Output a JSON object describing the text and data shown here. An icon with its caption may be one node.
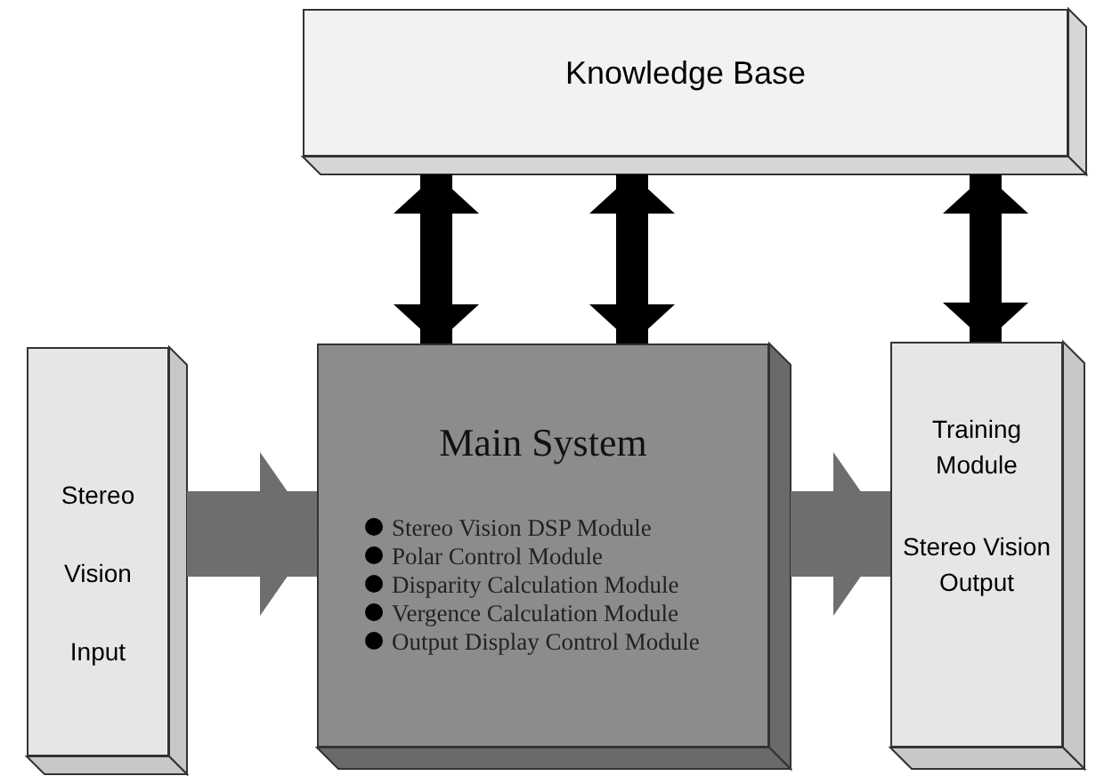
{
  "diagram": {
    "nodes": [
      {
        "text": [
          "Knowledge Base"
        ]
      },
      {
        "text": [
          "Stereo Vision Input"
        ]
      },
      {
        "text": [
          "Main System",
          "Stereo Vision DSP Module",
          "Polar Control Module",
          "Disparity Calculation Module",
          "Vergence Calculation Module",
          "Output Display Control Module"
        ]
      },
      {
        "text": [
          "Training Module",
          "Stereo Vision Output"
        ]
      }
    ],
    "edges": [
      {
        "from": 0,
        "to": 2,
        "arrow": "both"
      },
      {
        "from": 0,
        "to": 2,
        "arrow": "both"
      },
      {
        "from": 0,
        "to": 3,
        "arrow": "both"
      },
      {
        "from": 1,
        "to": 2,
        "arrow": "to",
        "style": "thick",
        "color": "#6e6e6e"
      },
      {
        "from": 2,
        "to": 3,
        "arrow": "to",
        "style": "thick",
        "color": "#6e6e6e"
      }
    ]
  }
}
